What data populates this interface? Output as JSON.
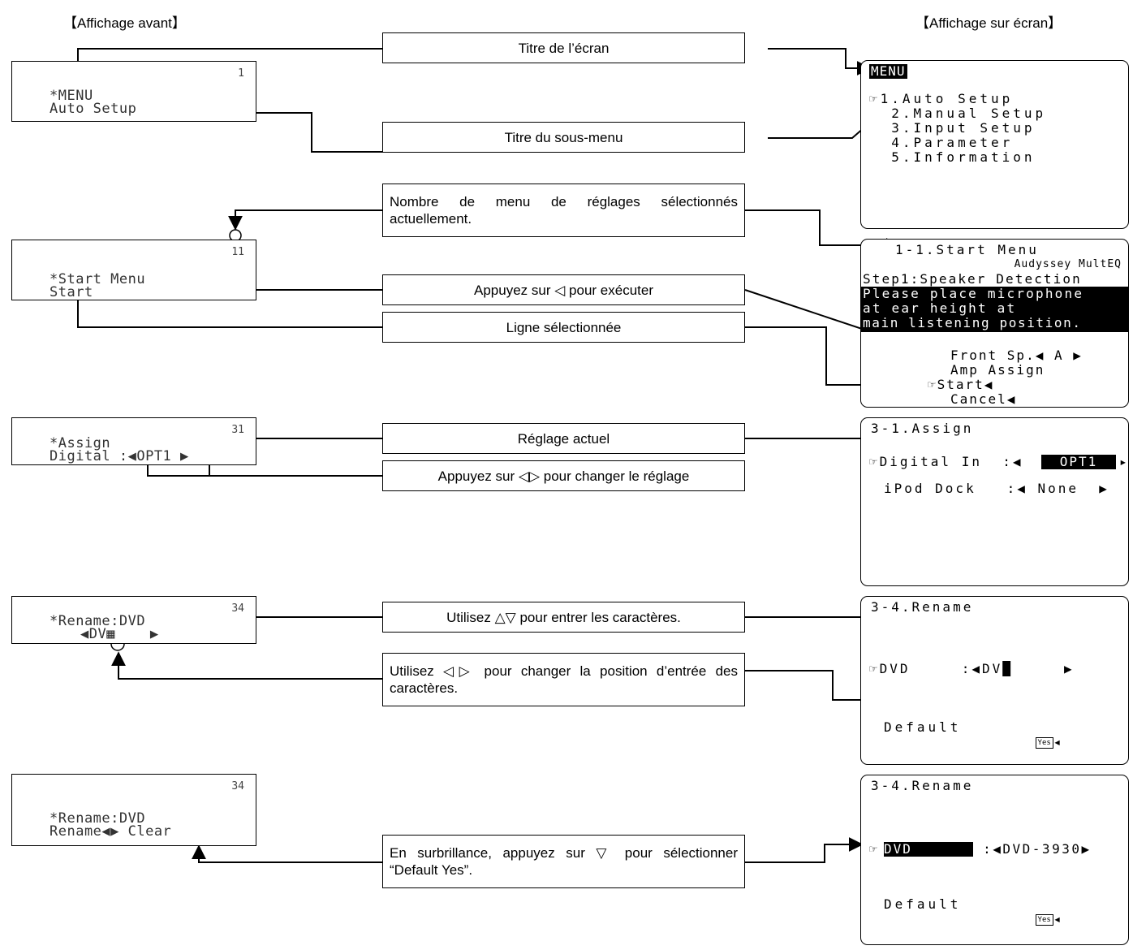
{
  "headers": {
    "left": "【Affichage avant】",
    "right": "【Affichage sur écran】"
  },
  "captions": {
    "c1": "Titre de l’écran",
    "c2": "Titre du sous-menu",
    "c3": "Nombre de menu de réglages sélectionnés actuellement.",
    "c4": "Appuyez sur ◁ pour exécuter",
    "c5": "Ligne sélectionnée",
    "c6": "Réglage actuel",
    "c7": "Appuyez sur ◁▷ pour changer le réglage",
    "c8": "Utilisez △▽ pour entrer les caractères.",
    "c9": "Utilisez ◁▷ pour changer la position d’entrée des caractères.",
    "c10": "En surbrillance, appuyez sur ▽ pour sélectionner “Default Yes”."
  },
  "front": {
    "p1": {
      "num": "1",
      "l1": "*MENU",
      "l2": "Auto Setup"
    },
    "p2": {
      "num": "11",
      "l1": "*Start Menu",
      "l2": "Start"
    },
    "p3": {
      "num": "31",
      "l1": "*Assign",
      "l2": "Digital :◀OPT1 ▶"
    },
    "p4": {
      "num": "34",
      "l1": "*Rename:DVD",
      "l2": "◀DV▦    ▶"
    },
    "p5": {
      "num": "34",
      "l1": "*Rename:DVD",
      "l2": "Rename◀▶ Clear"
    }
  },
  "osd": {
    "s1": {
      "title": "MENU",
      "items": [
        "☞1.Auto Setup",
        "  2.Manual Setup",
        "  3.Input Setup",
        "  4.Parameter",
        "  5.Information"
      ]
    },
    "s2": {
      "title": "1-1.Start Menu",
      "brand": "Audyssey MultEQ",
      "step": "Step1:Speaker Detection",
      "msg": [
        "Please place microphone",
        "at ear height at",
        "main listening position."
      ],
      "rows": [
        "Front Sp.◀ A ▶",
        "Amp Assign",
        "☞Start◀",
        "Cancel◀"
      ]
    },
    "s3": {
      "title": "3-1.Assign",
      "row1_label": "☞Digital In  :◀",
      "row1_value": "OPT1",
      "row2": "iPod Dock   :◀ None  ▶"
    },
    "s4": {
      "title": "3-4.Rename",
      "row": "☞DVD     :◀DV█     ▶",
      "def": "Default",
      "yes": "Yes"
    },
    "s5": {
      "title": "3-4.Rename",
      "row_sel": "DVD",
      "row_rest": " :◀DVD-3930▶",
      "def": "Default",
      "yes": "Yes"
    }
  }
}
